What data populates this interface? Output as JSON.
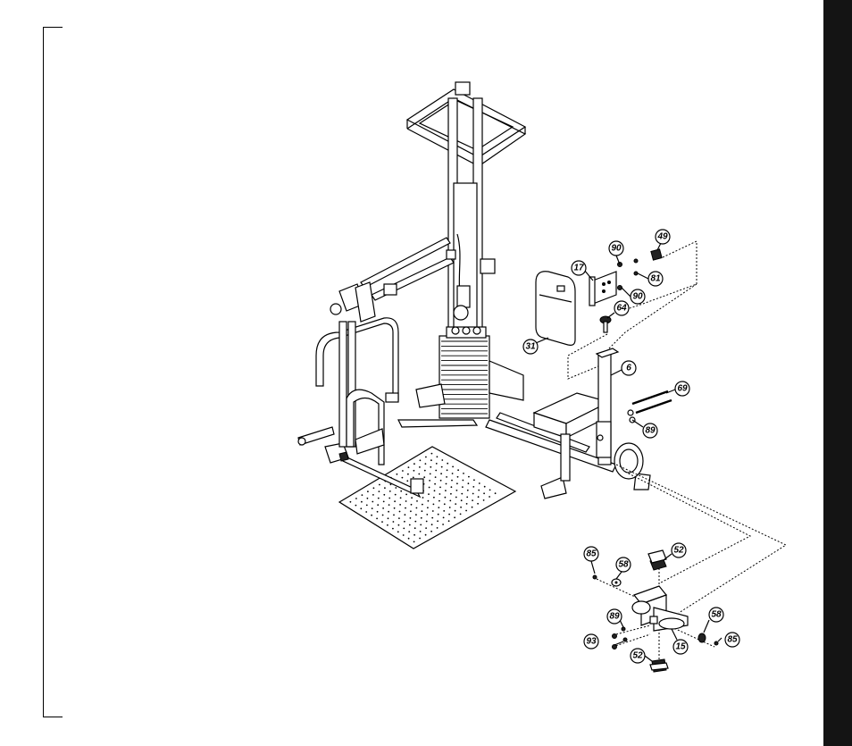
{
  "diagram": {
    "callouts": [
      {
        "id": "c-90a",
        "label": "90"
      },
      {
        "id": "c-49",
        "label": "49"
      },
      {
        "id": "c-17",
        "label": "17"
      },
      {
        "id": "c-81",
        "label": "81"
      },
      {
        "id": "c-90b",
        "label": "90"
      },
      {
        "id": "c-64",
        "label": "64"
      },
      {
        "id": "c-31",
        "label": "31"
      },
      {
        "id": "c-6",
        "label": "6"
      },
      {
        "id": "c-69",
        "label": "69"
      },
      {
        "id": "c-89a",
        "label": "89"
      },
      {
        "id": "c-85a",
        "label": "85"
      },
      {
        "id": "c-52a",
        "label": "52"
      },
      {
        "id": "c-58a",
        "label": "58"
      },
      {
        "id": "c-89b",
        "label": "89"
      },
      {
        "id": "c-58b",
        "label": "58"
      },
      {
        "id": "c-93",
        "label": "93"
      },
      {
        "id": "c-15",
        "label": "15"
      },
      {
        "id": "c-85b",
        "label": "85"
      },
      {
        "id": "c-52b",
        "label": "52"
      }
    ]
  },
  "colors": {
    "sidebar": "#141414",
    "line": "#000000",
    "background": "#ffffff"
  }
}
